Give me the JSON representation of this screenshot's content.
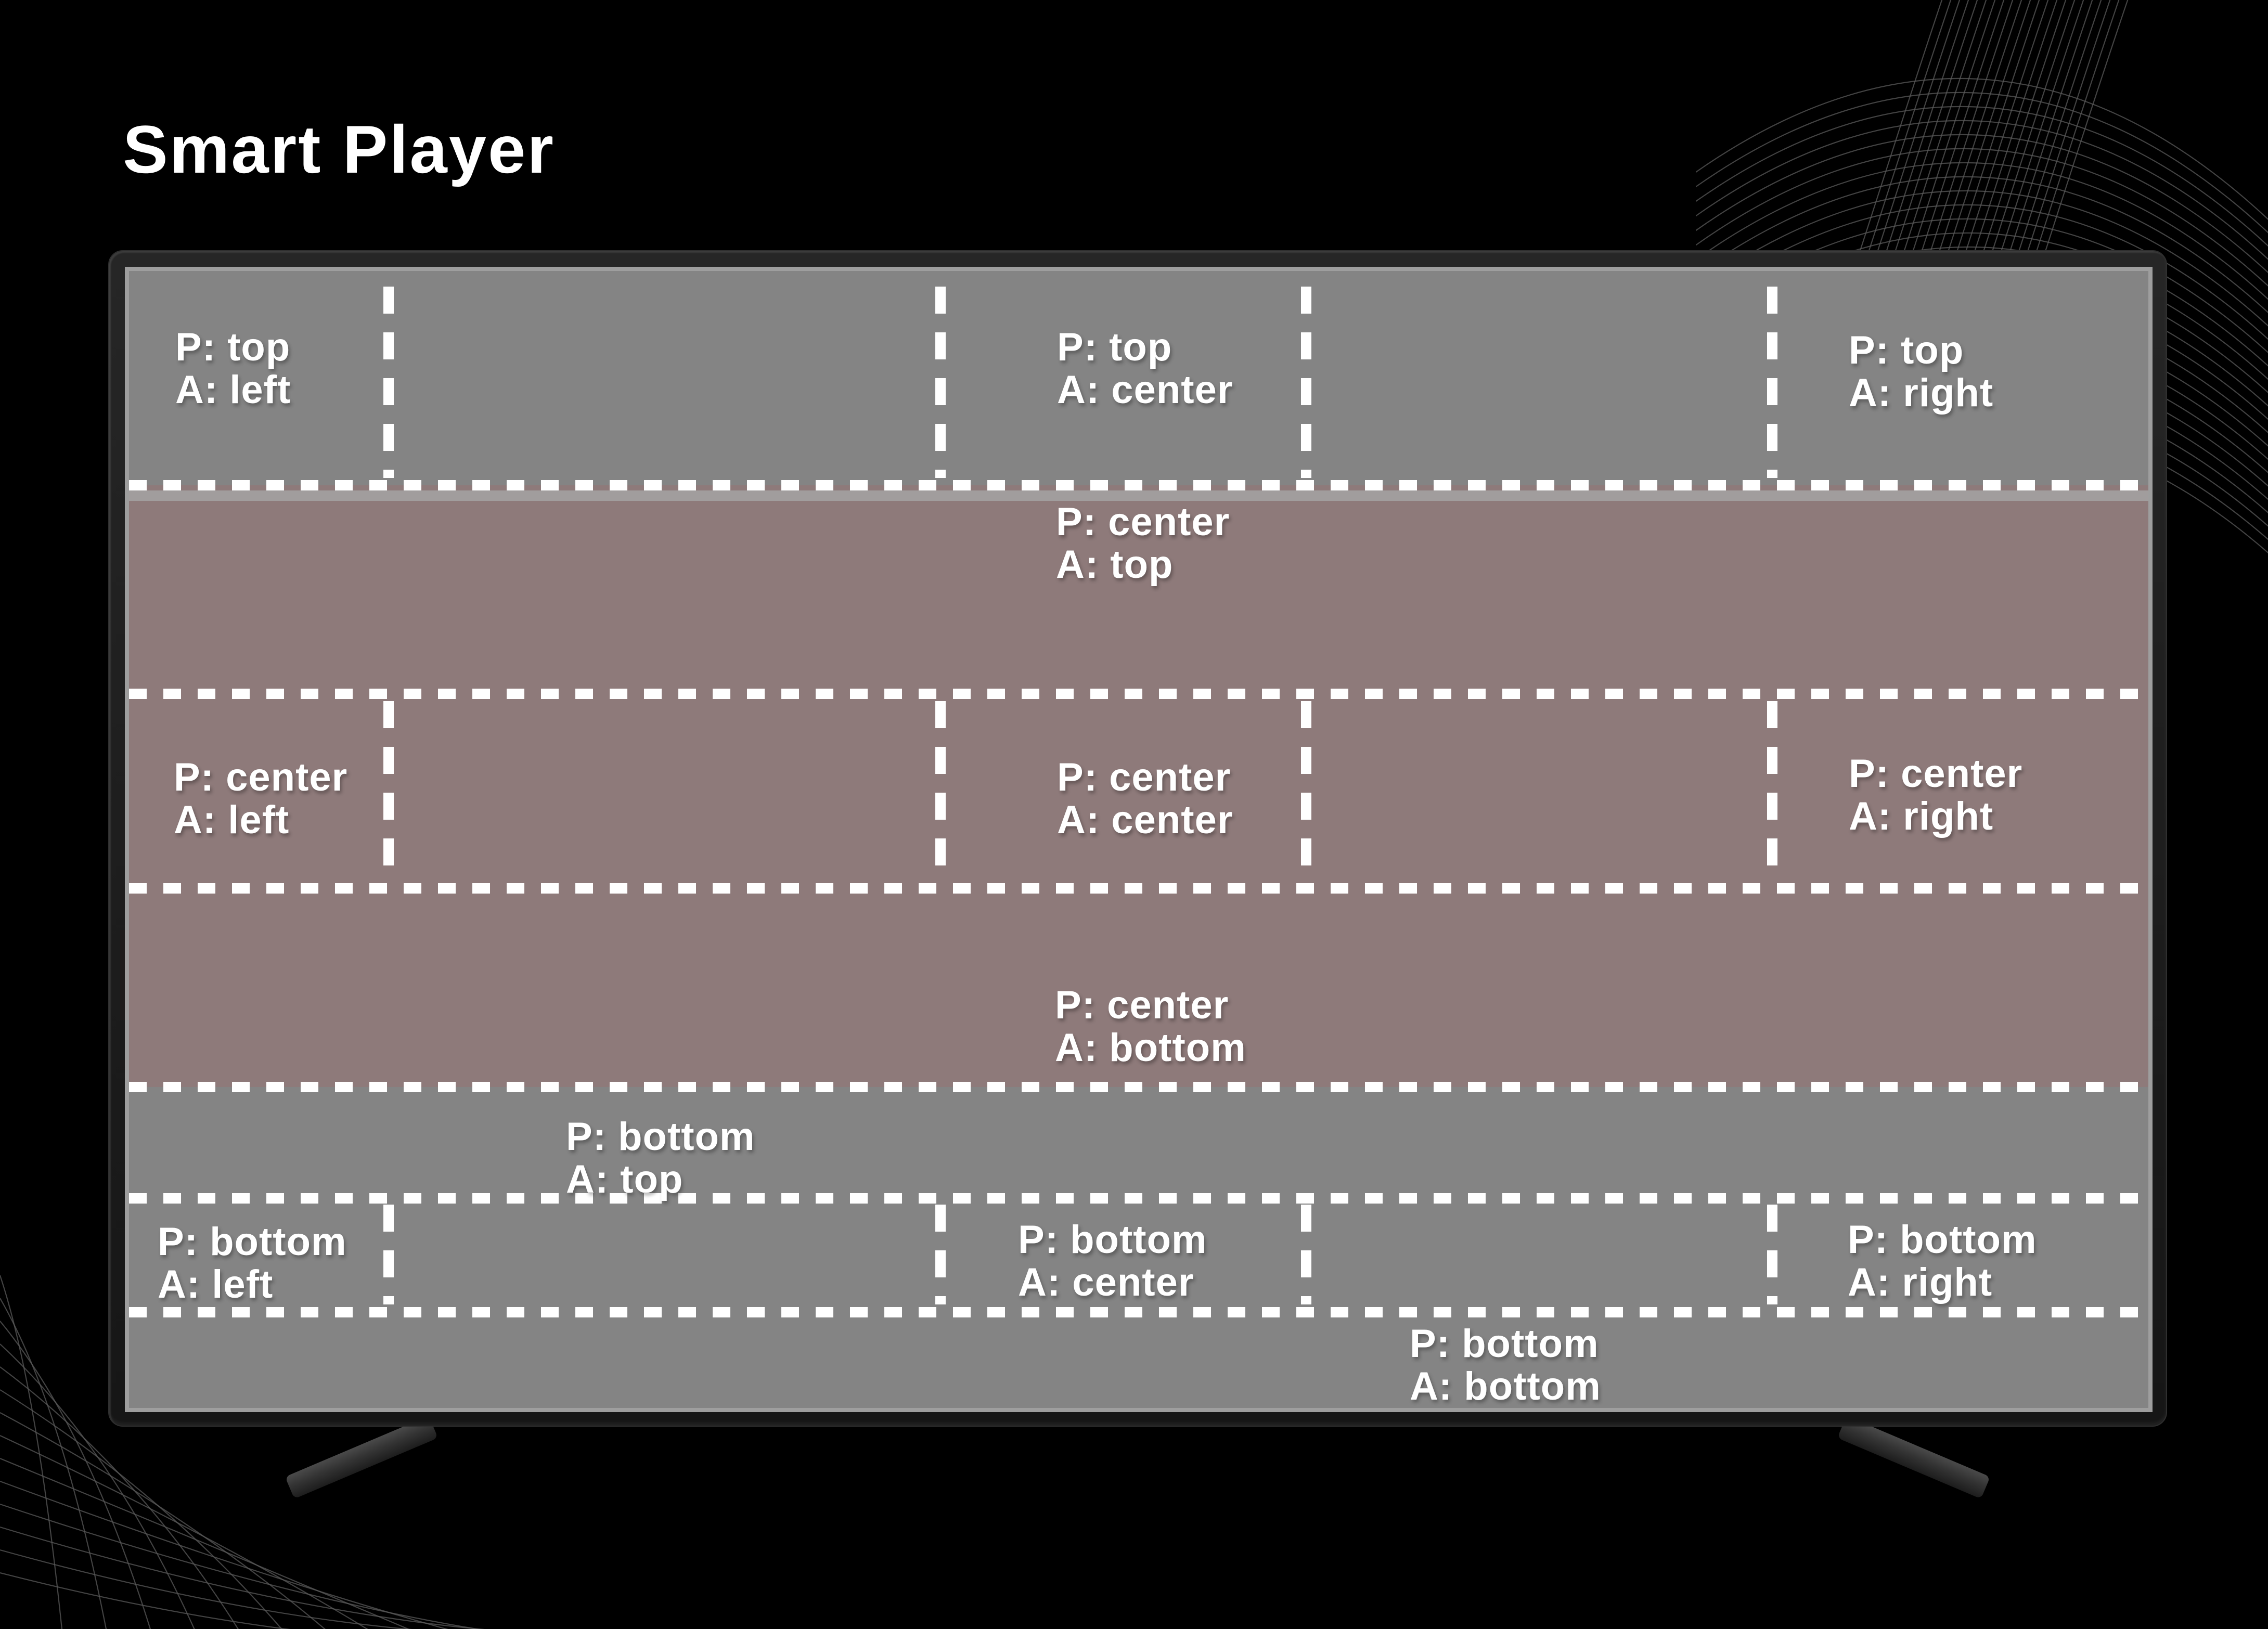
{
  "title": "Smart Player",
  "colors": {
    "background": "#000000",
    "screen_gray": "#848484",
    "center_band": "#8e7a7a",
    "rim": "#9e9e9e",
    "bezel": "#1f1f1f",
    "dash": "#ffffff",
    "text": "#ffffff",
    "wave": "#595959",
    "highlight_strip": "#a6a6a6",
    "leg": "#2e2e2e"
  },
  "zones": {
    "top_left": {
      "l1": "P: top",
      "l2": "A: left"
    },
    "top_center": {
      "l1": "P: top",
      "l2": "A: center"
    },
    "top_right": {
      "l1": "P: top",
      "l2": "A: right"
    },
    "center_top": {
      "l1": "P: center",
      "l2": "A: top"
    },
    "center_left": {
      "l1": "P: center",
      "l2": "A: left"
    },
    "center_center": {
      "l1": "P: center",
      "l2": "A: center"
    },
    "center_right": {
      "l1": "P: center",
      "l2": "A: right"
    },
    "center_bottom": {
      "l1": "P: center",
      "l2": "A: bottom"
    },
    "bottom_top": {
      "l1": "P: bottom",
      "l2": "A: top"
    },
    "bottom_left": {
      "l1": "P: bottom",
      "l2": "A: left"
    },
    "bottom_center": {
      "l1": "P: bottom",
      "l2": "A: center"
    },
    "bottom_right": {
      "l1": "P: bottom",
      "l2": "A: right"
    },
    "bottom_bottom": {
      "l1": "P: bottom",
      "l2": "A: bottom"
    }
  }
}
